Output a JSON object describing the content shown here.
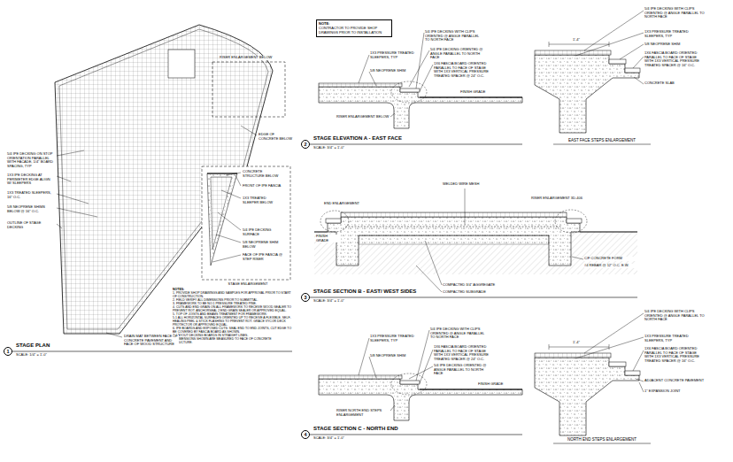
{
  "diagram": {
    "nodes": [
      {
        "text": [
          "NOTE:",
          "CONTRACTOR TO PROVIDE SHOP DRAWINGS PRIOR TO INSTALLATION"
        ]
      },
      {
        "text": [
          "1",
          "STAGE PLAN",
          "SCALE: 1/4\" = 1'-0\""
        ]
      },
      {
        "text": [
          "2",
          "STAGE ELEVATION A - EAST FACE",
          "SCALE: 3/4\" = 1'-0\""
        ]
      },
      {
        "text": [
          "3",
          "STAGE SECTION B - EAST/ WEST SIDES",
          "SCALE: 3/4\" = 1'-0\""
        ]
      },
      {
        "text": [
          "4",
          "STAGE SECTION C - NORTH END",
          "SCALE: 3/4\" = 1'-0\""
        ]
      }
    ],
    "labels": [
      "5/4 IPE DECKING ON STOP ORIENTATION PARALLEL WITH FACADE, 1/4\" BOARD SPACING, TYP",
      "1X3 IPE DECKING AT PERIMETER EDGE ALIGN W/ SLEEPERS",
      "1X3 TREATED SLEEPERS, 16\" O.C.",
      "5/8 NEOPRENE SHIMS BELOW @ 16\" O.C.",
      "OUTLINE OF STAGE DECKING",
      "RISER ENLARGEMENT BELOW",
      "EDGE OF CONCRETE BELOW",
      "DRAIN MAT BETWEEN FACE OF CONCRETE PAVEMENT AND FACE OF WOOD STRUCTURE",
      "CONCRETE STRUCTURE BELOW",
      "FRONT OF IPE FASCIA",
      "1X3 TREATED SLEEPER BELOW",
      "5/4 IPE DECKING SURFACE",
      "5/8 NEOPRENE SHIM BELOW",
      "FACE OF IPE FASCIA @ STEP RISER",
      "STAGE ENLARGEMENT",
      "NOTES:",
      "1. PROVIDE SHOP DRAWINGS AND SAMPLES FOR APPROVAL PRIOR TO START OF CONSTRUCTION.",
      "2. FIELD VERIFY ALL DIMENSIONS PRIOR TO SUBMITTAL.",
      "3. FRAMEWORK TO BE NO.1 PRESSURE TREATED PINE.",
      "4. CUTS AND END GRAIN ON ALL FRAMEWORK TO RECEIVE WOOD SEALER TO PREVENT ROT. ANCHORSEAL 2 END GRAIN SEALER OR APPROVED EQUAL.",
      "5. TOP OF JOISTS AND BEAMS TREATMENT FOR FRAMEWORK:",
      "5.1 ALL HORIZONTAL SURFACES ORIENTED UP TO RECEIVE A FLEXIBLE, SELF-HEALING PEEL & STICK FLASHING TO PREVENT ROT. GRACE VYCOR DECK PROTECTOR OR APPROVED EQUAL.",
      "6. IPE BOARDS AND EXPOSED CUTS: SEAL END TO END JOINTS, CUT EDGE TO BE COVERED BY FASCIA BOARD AS SHOWN.",
      "7. LAYOUT DECKING BOARDS IN STRAIGHT LINES.",
      "8. DIMENSIONS SHOWN ARE MEASURED TO FACE OF CONCRETE STRUCTURE.",
      "1X3 PRESSURE TREATED SLEEPERS, TYP",
      "5/4 IPE DECKING WITH CLIPS ORIENTED @ ANGLE PARALLEL TO NORTH FACE",
      "5/8 NEOPRENE SHIM",
      "5/4 IPE DECKING ORIENTED @ ANGLE PARALLEL TO NORTH FACE",
      "1X6 FASCIA BOARD ORIENTED PARALLEL TO FACE OF STAGE WITH 1X3 VERTICAL PRESSURE TREATED SPACER @ 24\" O.C.",
      "FINISH GRADE",
      "RISER ENLARGEMENT BELOW",
      "5/4 IPE DECKING WITH CLIPS ORIENTED @ ANGLE PARALLEL TO NORTH FACE",
      "1X3 PRESSURE TREATED SLEEPERS, TYP",
      "5/8 NEOPRENE SHIM",
      "1X6 FASCIA BOARD ORIENTED PARALLEL TO FACE OF STAGE WITH 1X3 VERTICAL PRESSURE TREATED SPACER @ 16\" O.C.",
      "CONCRETE SLAB",
      "1'-4\"",
      "EAST FACE STEPS ENLARGEMENT",
      "WELDED WIRE MESH",
      "END ENLARGEMENT",
      "RISER ENLARGEMENT 3D-406",
      "FINISH GRADE",
      "COMPACTED 3/4\" AGGREGATE",
      "COMPACTED SUBGRADE",
      "C/F CONCRETE FORM",
      "#4 REBAR @ 12\" O.C. E.W.",
      "1X3 PRESSURE TREATED SLEEPERS, TYP",
      "5/4 IPE DECKING WITH CLIPS ORIENTED @ ANGLE PARALLEL TO NORTH FACE",
      "5/8 NEOPRENE SHIM",
      "1X6 FASCIA BOARD ORIENTED PARALLEL TO FACE OF STAGE WITH 1X3 VERTICAL PRESSURE TREATED SPACER @ 24\" O.C.",
      "5/4 IPE DECKING ORIENTED @ ANGLE PARALLEL TO NORTH FACE",
      "FINISH GRADE",
      "RISER NORTH END STEPS ENLARGEMENT",
      "5/4 IPE DECKING WITH CLIPS ORIENTED @ ANGLE PARALLEL TO NORTH FACE",
      "1X3 PRESSURE TREATED SLEEPERS, TYP",
      "1X6 FASCIA BOARD ORIENTED PARALLEL TO FACE OF STAGE WITH 1X3 VERTICAL PRESSURE TREATED SPACER @ 16\" O.C.",
      "ADJACENT CONCRETE PAVEMENT",
      "1\" EXPANSION JOINT",
      "1'-4\"",
      "NORTH END STEPS ENLARGEMENT"
    ]
  }
}
